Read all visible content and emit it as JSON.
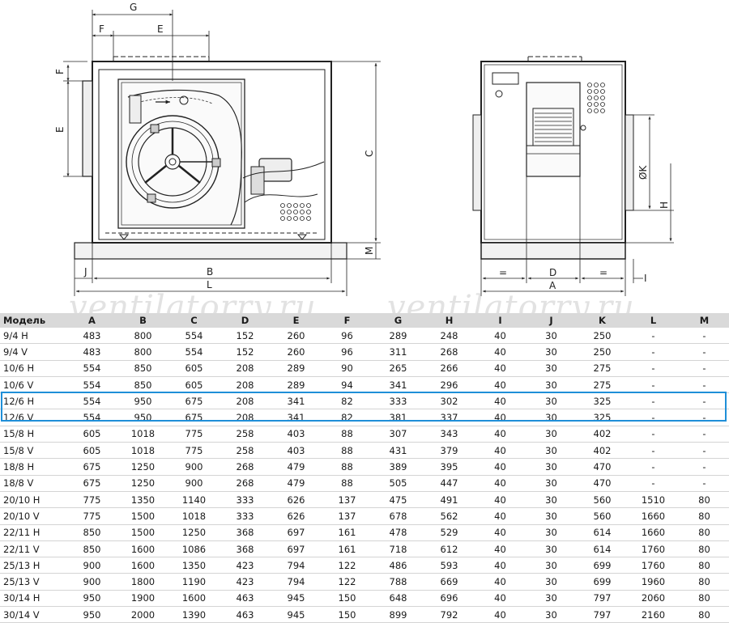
{
  "drawing": {
    "labels": {
      "G": "G",
      "F": "F",
      "E": "E",
      "C": "C",
      "M": "M",
      "J": "J",
      "B": "B",
      "L": "L",
      "D": "D",
      "A": "A",
      "I": "I",
      "K": "ØK",
      "H": "H",
      "eq": "="
    }
  },
  "watermark": "ventilatorry.ru",
  "highlight_color": "#1f8fd8",
  "table": {
    "headers": [
      "Модель",
      "A",
      "B",
      "C",
      "D",
      "E",
      "F",
      "G",
      "H",
      "I",
      "J",
      "K",
      "L",
      "M"
    ],
    "rows": [
      [
        "9/4 H",
        "483",
        "800",
        "554",
        "152",
        "260",
        "96",
        "289",
        "248",
        "40",
        "30",
        "250",
        "-",
        "-"
      ],
      [
        "9/4 V",
        "483",
        "800",
        "554",
        "152",
        "260",
        "96",
        "311",
        "268",
        "40",
        "30",
        "250",
        "-",
        "-"
      ],
      [
        "10/6 H",
        "554",
        "850",
        "605",
        "208",
        "289",
        "90",
        "265",
        "266",
        "40",
        "30",
        "275",
        "-",
        "-"
      ],
      [
        "10/6 V",
        "554",
        "850",
        "605",
        "208",
        "289",
        "94",
        "341",
        "296",
        "40",
        "30",
        "275",
        "-",
        "-"
      ],
      [
        "12/6 H",
        "554",
        "950",
        "675",
        "208",
        "341",
        "82",
        "333",
        "302",
        "40",
        "30",
        "325",
        "-",
        "-"
      ],
      [
        "12/6 V",
        "554",
        "950",
        "675",
        "208",
        "341",
        "82",
        "381",
        "337",
        "40",
        "30",
        "325",
        "-",
        "-"
      ],
      [
        "15/8 H",
        "605",
        "1018",
        "775",
        "258",
        "403",
        "88",
        "307",
        "343",
        "40",
        "30",
        "402",
        "-",
        "-"
      ],
      [
        "15/8 V",
        "605",
        "1018",
        "775",
        "258",
        "403",
        "88",
        "431",
        "379",
        "40",
        "30",
        "402",
        "-",
        "-"
      ],
      [
        "18/8 H",
        "675",
        "1250",
        "900",
        "268",
        "479",
        "88",
        "389",
        "395",
        "40",
        "30",
        "470",
        "-",
        "-"
      ],
      [
        "18/8 V",
        "675",
        "1250",
        "900",
        "268",
        "479",
        "88",
        "505",
        "447",
        "40",
        "30",
        "470",
        "-",
        "-"
      ],
      [
        "20/10 H",
        "775",
        "1350",
        "1140",
        "333",
        "626",
        "137",
        "475",
        "491",
        "40",
        "30",
        "560",
        "1510",
        "80"
      ],
      [
        "20/10 V",
        "775",
        "1500",
        "1018",
        "333",
        "626",
        "137",
        "678",
        "562",
        "40",
        "30",
        "560",
        "1660",
        "80"
      ],
      [
        "22/11 H",
        "850",
        "1500",
        "1250",
        "368",
        "697",
        "161",
        "478",
        "529",
        "40",
        "30",
        "614",
        "1660",
        "80"
      ],
      [
        "22/11 V",
        "850",
        "1600",
        "1086",
        "368",
        "697",
        "161",
        "718",
        "612",
        "40",
        "30",
        "614",
        "1760",
        "80"
      ],
      [
        "25/13 H",
        "900",
        "1600",
        "1350",
        "423",
        "794",
        "122",
        "486",
        "593",
        "40",
        "30",
        "699",
        "1760",
        "80"
      ],
      [
        "25/13 V",
        "900",
        "1800",
        "1190",
        "423",
        "794",
        "122",
        "788",
        "669",
        "40",
        "30",
        "699",
        "1960",
        "80"
      ],
      [
        "30/14 H",
        "950",
        "1900",
        "1600",
        "463",
        "945",
        "150",
        "648",
        "696",
        "40",
        "30",
        "797",
        "2060",
        "80"
      ],
      [
        "30/14 V",
        "950",
        "2000",
        "1390",
        "463",
        "945",
        "150",
        "899",
        "792",
        "40",
        "30",
        "797",
        "2160",
        "80"
      ]
    ]
  }
}
